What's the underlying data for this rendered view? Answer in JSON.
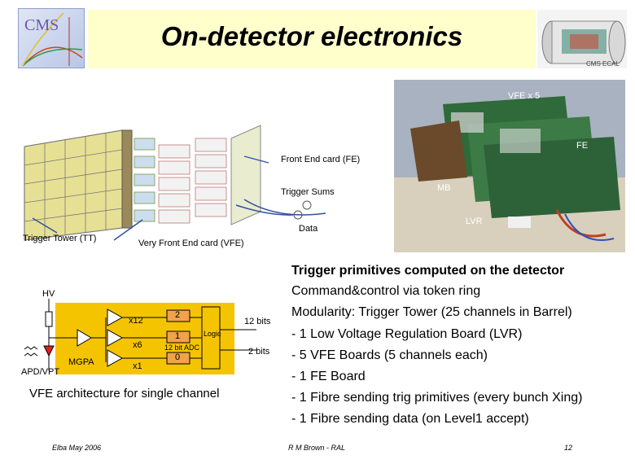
{
  "header": {
    "title": "On-detector electronics",
    "logo_text": "CMS",
    "ecal_label": "CMS ECAL"
  },
  "photo_labels": {
    "vfe": "VFE x 5",
    "fe": "FE",
    "mb": "MB",
    "lvr": "LVR"
  },
  "tower_labels": {
    "front_end_card": "Front End card (FE)",
    "trigger_sums": "Trigger Sums",
    "data": "Data",
    "trigger_tower": "Trigger Tower (TT)",
    "very_front_end": "Very Front End card (VFE)"
  },
  "vfe_diagram": {
    "hv": "HV",
    "x12": "x12",
    "x6": "x6",
    "x1": "x1",
    "mgpa": "MGPA",
    "apd": "APD/VPT",
    "reg2": "2",
    "reg1": "1",
    "reg0": "0",
    "adc": "12 bit ADC",
    "logic": "Logic",
    "bits12": "12 bits",
    "bits2": "2 bits",
    "caption": "VFE architecture for single channel"
  },
  "panel": {
    "title": "Trigger primitives computed on the detector",
    "lines": [
      "Command&control via token ring",
      "Modularity: Trigger Tower (25 channels in Barrel)",
      "- 1 Low Voltage Regulation Board (LVR)",
      "- 5 VFE Boards (5 channels each)",
      "- 1 FE Board",
      "- 1 Fibre sending trig primitives (every bunch Xing)",
      "- 1 Fibre sending data (on Level1 accept)"
    ]
  },
  "footer": {
    "left": "Elba May 2006",
    "center": "R M Brown - RAL",
    "page": "12"
  }
}
